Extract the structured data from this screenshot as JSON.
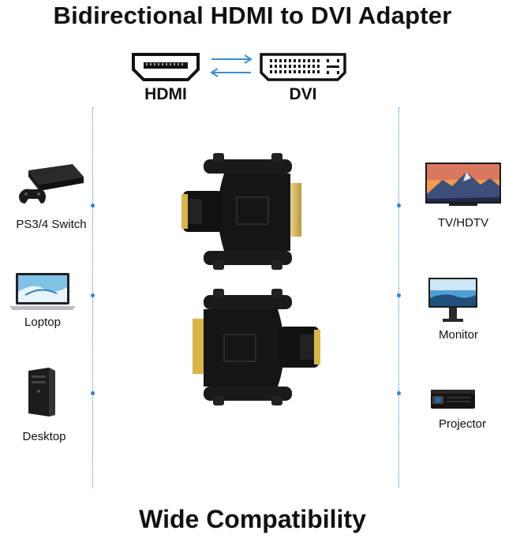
{
  "header": {
    "title": "Bidirectional HDMI to DVI Adapter"
  },
  "ports": {
    "left_label": "HDMI",
    "right_label": "DVI",
    "left_icon": "hdmi-port-icon",
    "right_icon": "dvi-port-icon"
  },
  "sources": [
    {
      "label": "PS3/4 Switch",
      "icon": "game-console-icon"
    },
    {
      "label": "Loptop",
      "icon": "laptop-icon"
    },
    {
      "label": "Desktop",
      "icon": "desktop-tower-icon"
    }
  ],
  "displays": [
    {
      "label": "TV/HDTV",
      "icon": "tv-icon"
    },
    {
      "label": "Monitor",
      "icon": "monitor-icon"
    },
    {
      "label": "Projector",
      "icon": "projector-icon"
    }
  ],
  "footer": {
    "tagline": "Wide Compatibility"
  },
  "colors": {
    "accent": "#3b8fd4",
    "connector_body": "#151515",
    "gold": "#d9b54a"
  }
}
